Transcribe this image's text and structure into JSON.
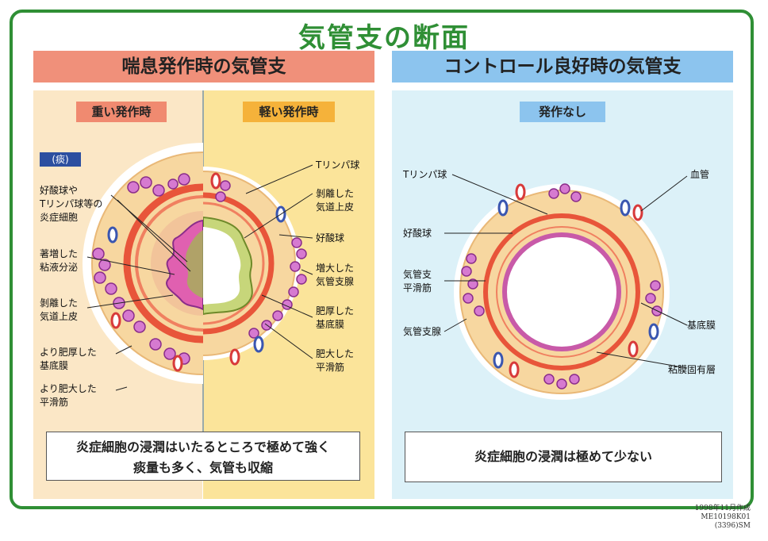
{
  "title": "気管支の断面",
  "left": {
    "header": "喘息発作時の気管支",
    "heavy": {
      "label": "重い発作時",
      "sputum_tag": "(痰)"
    },
    "light": {
      "label": "軽い発作時"
    },
    "heavy_labels": [
      "好酸球や\nTリンパ球等の\n炎症細胞",
      "著増した\n粘液分泌",
      "剝離した\n気道上皮",
      "より肥厚した\n基底膜",
      "より肥大した\n平滑筋"
    ],
    "light_labels": [
      "Tリンパ球",
      "剝離した\n気道上皮",
      "好酸球",
      "増大した\n気管支腺",
      "肥厚した\n基底膜",
      "肥大した\n平滑筋"
    ],
    "note": "炎症細胞の浸潤はいたるところで極めて強く\n痰量も多く、気管も収縮"
  },
  "right": {
    "header": "コントロール良好時の気管支",
    "sub": "発作なし",
    "left_labels": [
      "Tリンパ球",
      "好酸球",
      "気管支\n平滑筋",
      "気管支腺"
    ],
    "right_labels": [
      "血管",
      "基底膜",
      "粘膜固有層"
    ],
    "note": "炎症細胞の浸潤は極めて少ない"
  },
  "footer": "1998年11月作成\nME10198K01\n(3396)SM",
  "colors": {
    "brand_green": "#2f8f35",
    "asthma_header": "#f0907a",
    "control_header": "#8cc4ee",
    "tissue": "#f7d7a0",
    "muscle": "#e8553a"
  }
}
